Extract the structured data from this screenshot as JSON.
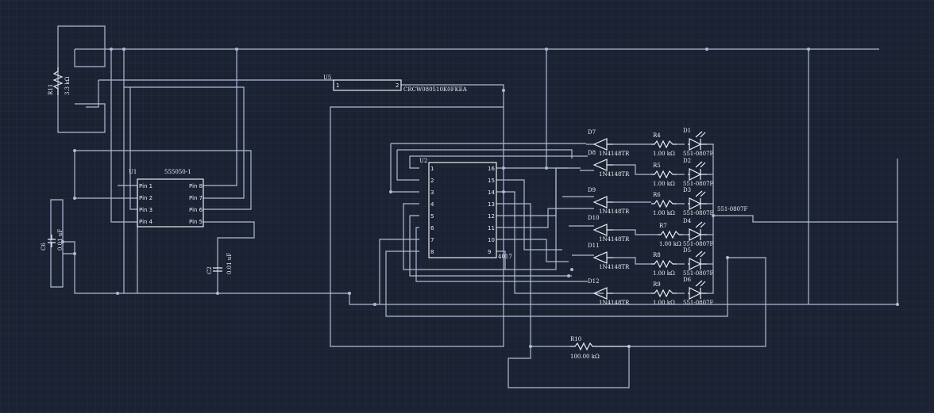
{
  "colors": {
    "background": "#1b2232",
    "grid": "#26304a",
    "wire": "#aebcd6",
    "component": "#e9edf4"
  },
  "components": {
    "u1": {
      "ref": "U1",
      "part": "555050-1",
      "left_pins": [
        "Pin 1",
        "Pin 2",
        "Pin 3",
        "Pin 4"
      ],
      "right_pins": [
        "Pin 8",
        "Pin 7",
        "Pin 6",
        "Pin 5"
      ]
    },
    "u2": {
      "ref": "U2",
      "part": "4017",
      "left_pins": [
        "1",
        "2",
        "3",
        "4",
        "5",
        "6",
        "7",
        "8"
      ],
      "right_pins": [
        "16",
        "15",
        "14",
        "13",
        "12",
        "11",
        "10",
        "9"
      ]
    },
    "u5": {
      "ref": "U5",
      "part": "CRCW080510K0FKEA",
      "pin1": "1",
      "pin2": "2"
    },
    "r11": {
      "ref": "R11",
      "value": "3.3 kΩ"
    },
    "c6": {
      "ref": "C6",
      "value": "0.01 uF"
    },
    "c2": {
      "ref": "C2",
      "value": "0.01 uF"
    },
    "r10": {
      "ref": "R10",
      "value": "100.00 kΩ"
    },
    "led_net": "551-0807F",
    "rows": [
      {
        "diode_ref": "D7",
        "diode_part": "1N4148TR",
        "res_ref": "R4",
        "res_value": "1.00 kΩ",
        "led_ref": "D1",
        "led_part": "551-0807F"
      },
      {
        "diode_ref": "D8",
        "diode_part": "1N4148TR",
        "res_ref": "R5",
        "res_value": "1.00 kΩ",
        "led_ref": "D2",
        "led_part": "551-0807F"
      },
      {
        "diode_ref": "D9",
        "diode_part": "1N4148TR",
        "res_ref": "R6",
        "res_value": "1.00 kΩ",
        "led_ref": "D3",
        "led_part": "551-0807F"
      },
      {
        "diode_ref": "D10",
        "diode_part": "1N4148TR",
        "res_ref": "R7",
        "res_value": "1.00 kΩ",
        "led_ref": "D4",
        "led_part": "551-0807F"
      },
      {
        "diode_ref": "D11",
        "diode_part": "1N4148TR",
        "res_ref": "R8",
        "res_value": "1.00 kΩ",
        "led_ref": "D5",
        "led_part": "551-0807F"
      },
      {
        "diode_ref": "D12",
        "diode_part": "1N4148TR",
        "res_ref": "R9",
        "res_value": "1.00 kΩ",
        "led_ref": "D6",
        "led_part": "551-0807F"
      }
    ]
  }
}
